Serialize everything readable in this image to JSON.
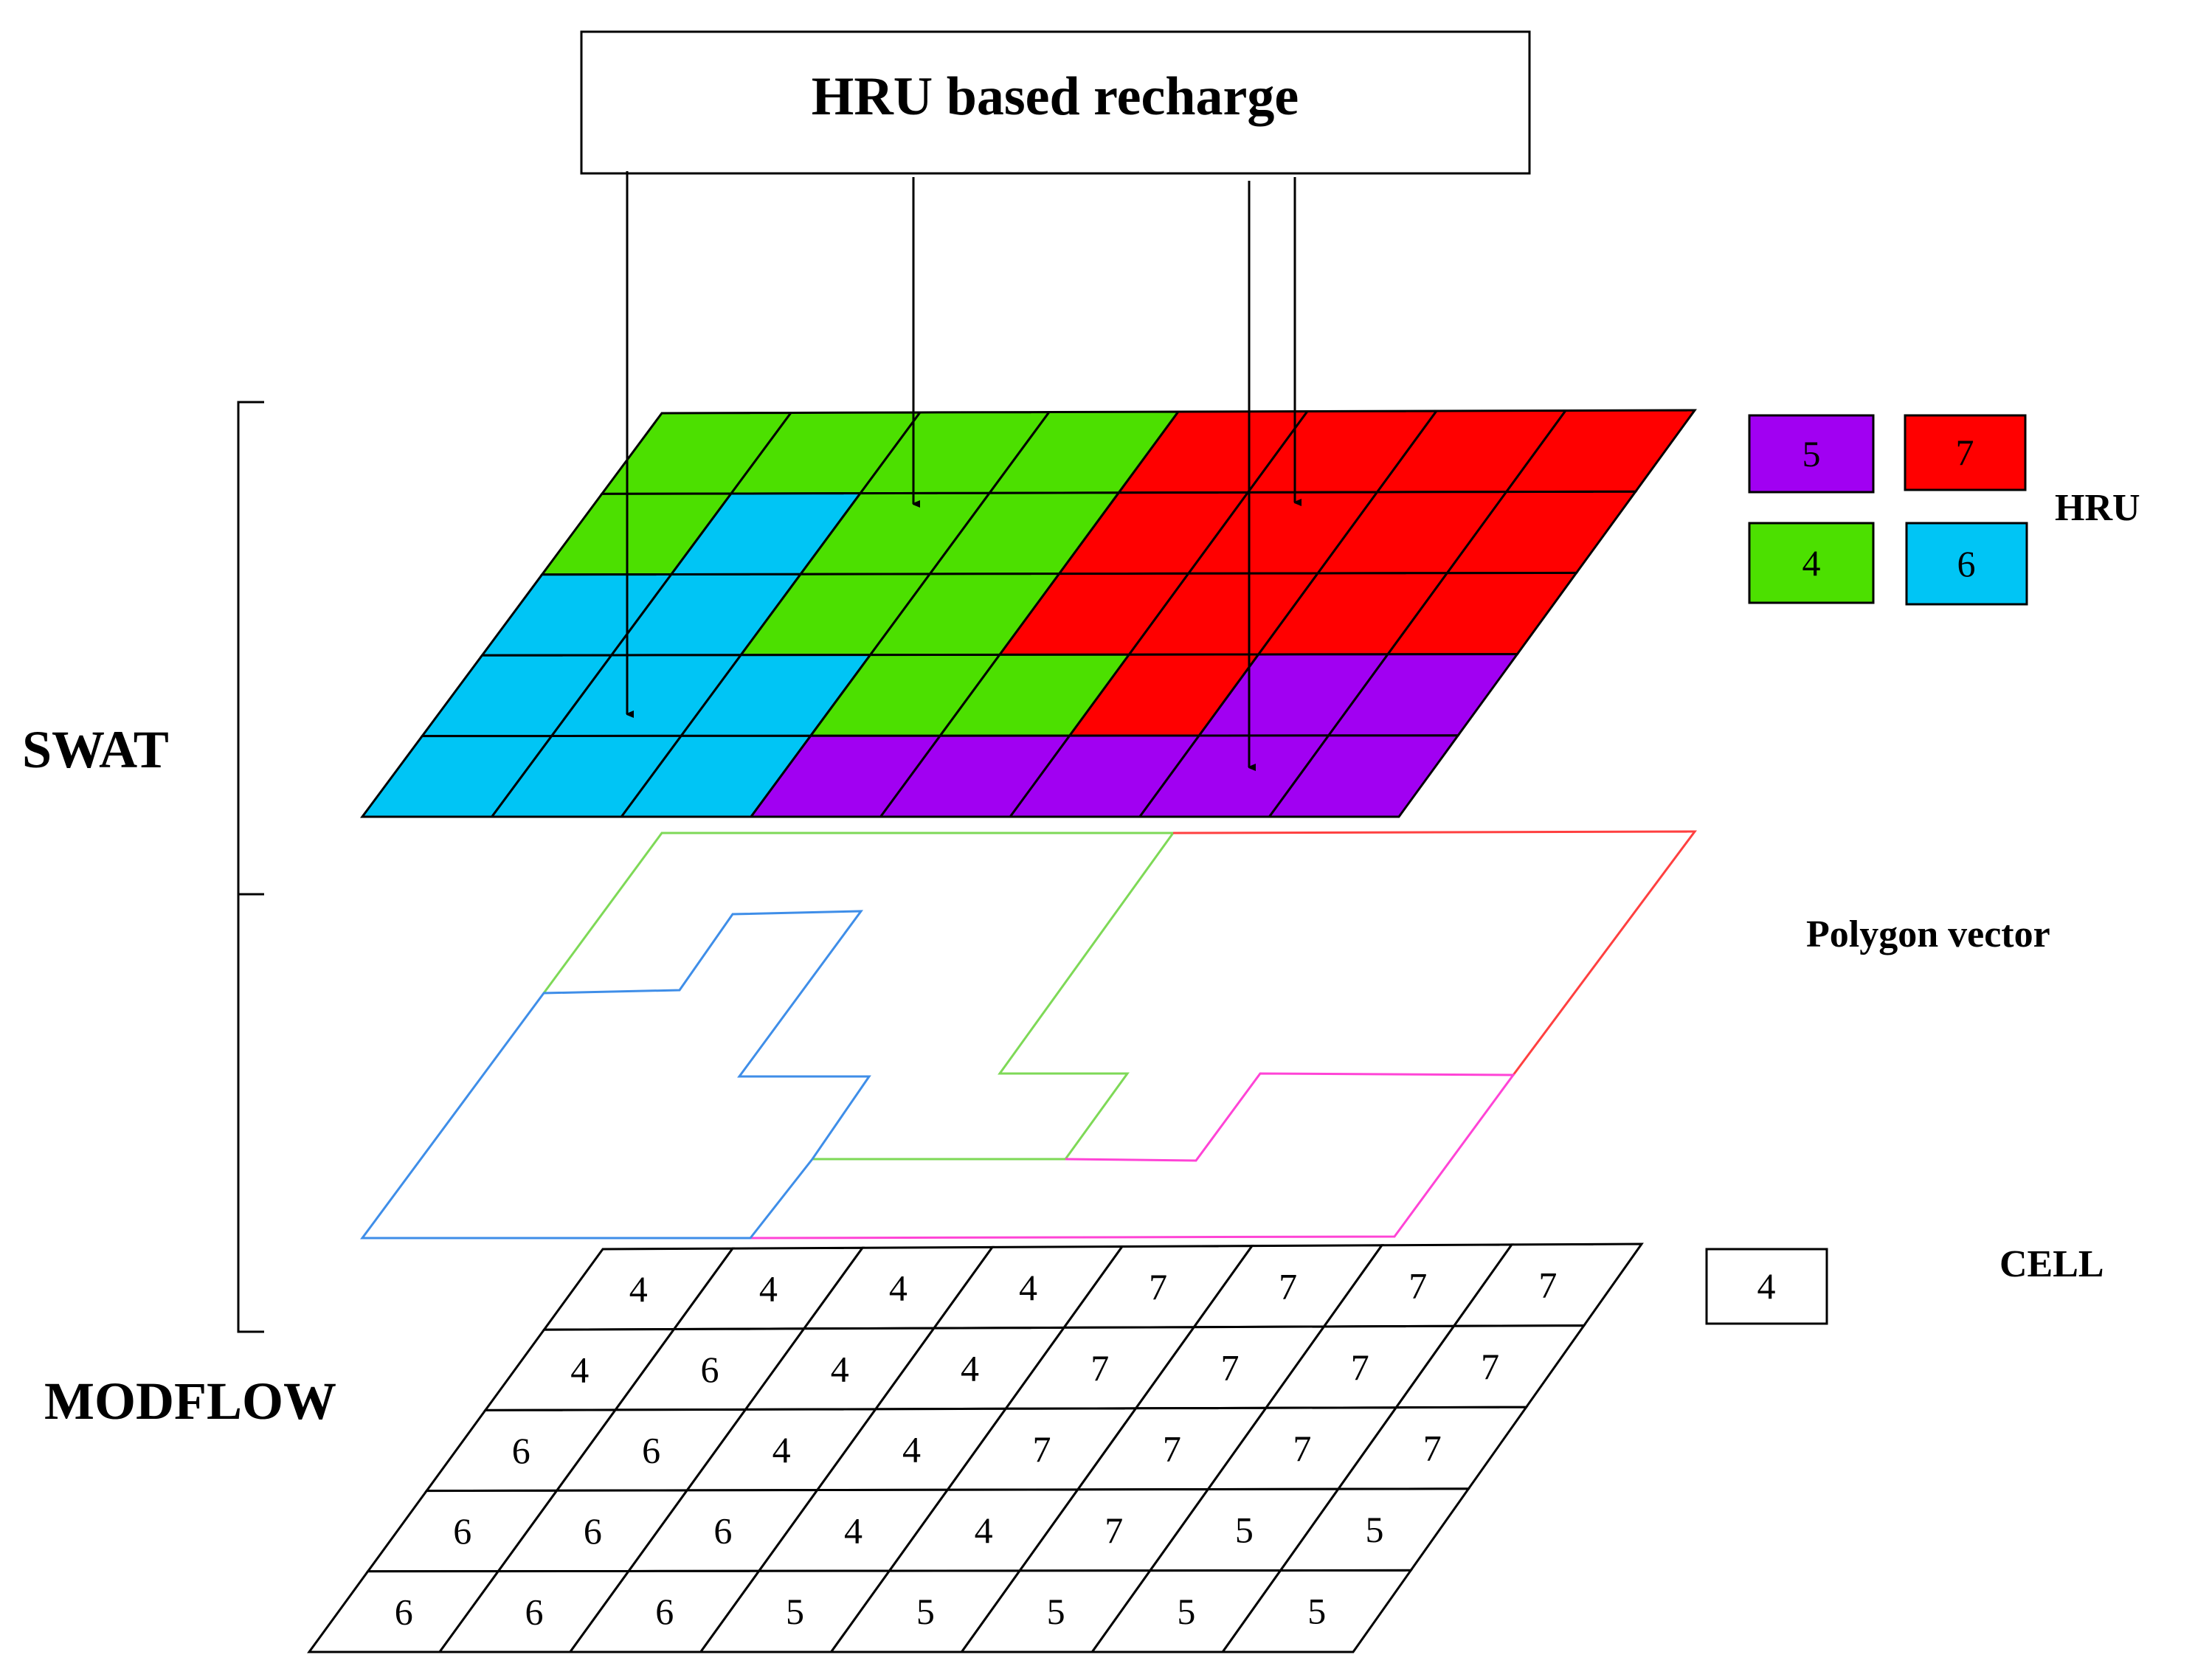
{
  "title": "HRU based recharge",
  "labels": {
    "swat": "SWAT",
    "modflow": "MODFLOW",
    "hru": "HRU",
    "polygon_vector": "Polygon vector",
    "cell": "CELL"
  },
  "colors": {
    "4": "#4ce000",
    "5": "#a100f2",
    "6": "#00c5f5",
    "7": "#ff0000",
    "poly_green": "#7ed957",
    "poly_blue": "#3f8ee8",
    "poly_red": "#ff4040",
    "poly_magenta": "#ff44d6"
  },
  "hru_legend": [
    {
      "value": "5",
      "color": "#a100f2"
    },
    {
      "value": "7",
      "color": "#ff0000"
    },
    {
      "value": "4",
      "color": "#4ce000"
    },
    {
      "value": "6",
      "color": "#00c5f5"
    }
  ],
  "cell_legend": {
    "value": "4"
  },
  "hru_grid": [
    [
      "4",
      "4",
      "4",
      "4",
      "7",
      "7",
      "7",
      "7"
    ],
    [
      "4",
      "6",
      "4",
      "4",
      "7",
      "7",
      "7",
      "7"
    ],
    [
      "6",
      "6",
      "4",
      "4",
      "7",
      "7",
      "7",
      "7"
    ],
    [
      "6",
      "6",
      "6",
      "4",
      "4",
      "7",
      "5",
      "5"
    ],
    [
      "6",
      "6",
      "6",
      "5",
      "5",
      "5",
      "5",
      "5"
    ]
  ],
  "cell_grid": [
    [
      "4",
      "4",
      "4",
      "4",
      "7",
      "7",
      "7",
      "7"
    ],
    [
      "4",
      "6",
      "4",
      "4",
      "7",
      "7",
      "7",
      "7"
    ],
    [
      "6",
      "6",
      "4",
      "4",
      "7",
      "7",
      "7",
      "7"
    ],
    [
      "6",
      "6",
      "6",
      "4",
      "4",
      "7",
      "5",
      "5"
    ],
    [
      "6",
      "6",
      "6",
      "5",
      "5",
      "5",
      "5",
      "5"
    ]
  ]
}
